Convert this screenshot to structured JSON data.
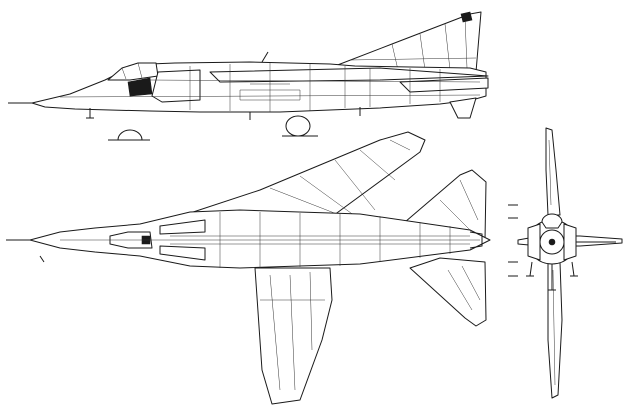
{
  "figure": {
    "views": [
      "side-view",
      "top-view",
      "front-view"
    ],
    "colors": {
      "line": "#1a1a1a",
      "background": "#ffffff"
    }
  }
}
